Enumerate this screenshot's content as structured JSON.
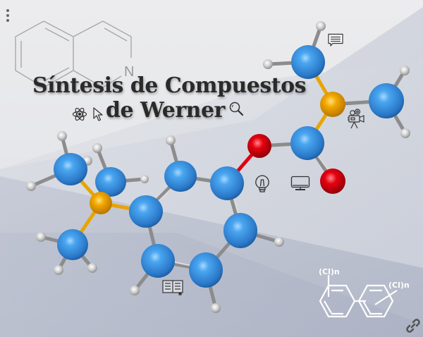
{
  "slide": {
    "title_line1": "Síntesis de Compuestos",
    "title_line2": "de Werner",
    "quinoline_label": "N",
    "pcb_label_left": "(Cl)n",
    "pcb_label_right": "(Cl)n"
  },
  "icons": {
    "menu": "more-vertical-icon",
    "atom": "atom-icon",
    "cursor": "cursor-pointer-icon",
    "search": "magnifier-icon",
    "comment": "comment-bubble-icon",
    "camera": "movie-camera-icon",
    "bulb": "lightbulb-icon",
    "monitor": "monitor-icon",
    "book": "open-book-icon",
    "link": "link-icon"
  },
  "colors": {
    "carbon": "#3a8fdc",
    "nitrogen": "#f0a000",
    "oxygen": "#e00010",
    "hydrogen": "#d8d8d8",
    "title": "#2a2a2a",
    "icon_stroke": "#333333"
  }
}
